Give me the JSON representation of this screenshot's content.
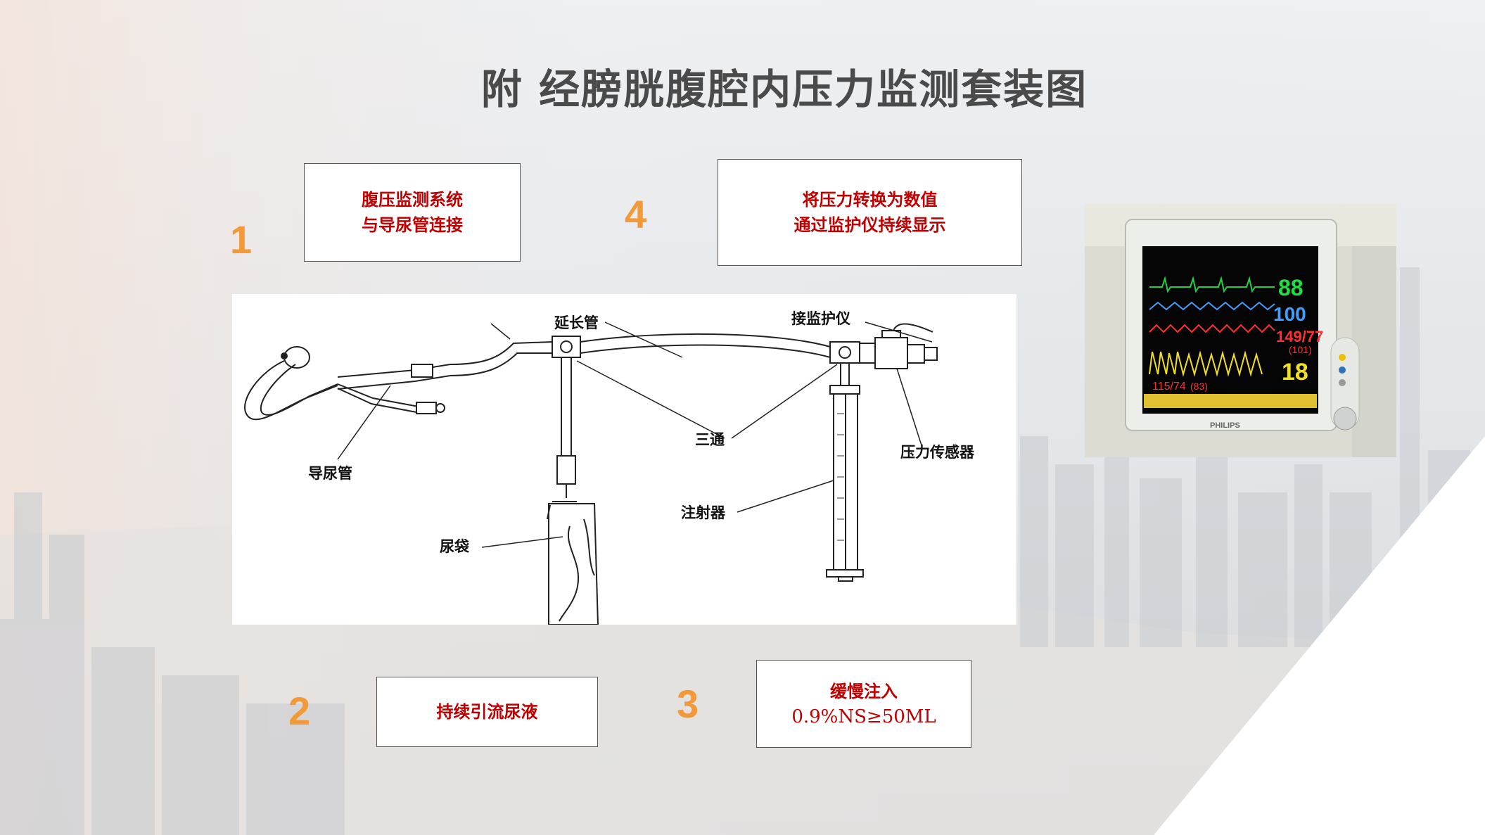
{
  "title": "附 经膀胱腹腔内压力监测套装图",
  "steps": [
    {
      "number": "1",
      "line1": "腹压监测系统",
      "line2": "与导尿管连接"
    },
    {
      "number": "2",
      "line1": "持续引流尿液",
      "line2": ""
    },
    {
      "number": "3",
      "line1": "缓慢注入",
      "line2": "0.9%NS≥50ML"
    },
    {
      "number": "4",
      "line1": "将压力转换为数值",
      "line2": "通过监护仪持续显示"
    }
  ],
  "diagram": {
    "labels": {
      "extension_tube": "延长管",
      "monitor_connect": "接监护仪",
      "catheter": "导尿管",
      "three_way": "三通",
      "pressure_sensor": "压力传感器",
      "syringe": "注射器",
      "urine_bag": "尿袋"
    }
  },
  "monitor": {
    "brand": "PHILIPS",
    "hr": "88",
    "spo2": "100",
    "abp": "149/77",
    "abp_mean": "(101)",
    "resp": "18",
    "nbp": "115/74",
    "nbp_mean": "(83)"
  },
  "colors": {
    "accent_number": "#f29a38",
    "box_text": "#c00000",
    "title": "#4a4a4a"
  }
}
